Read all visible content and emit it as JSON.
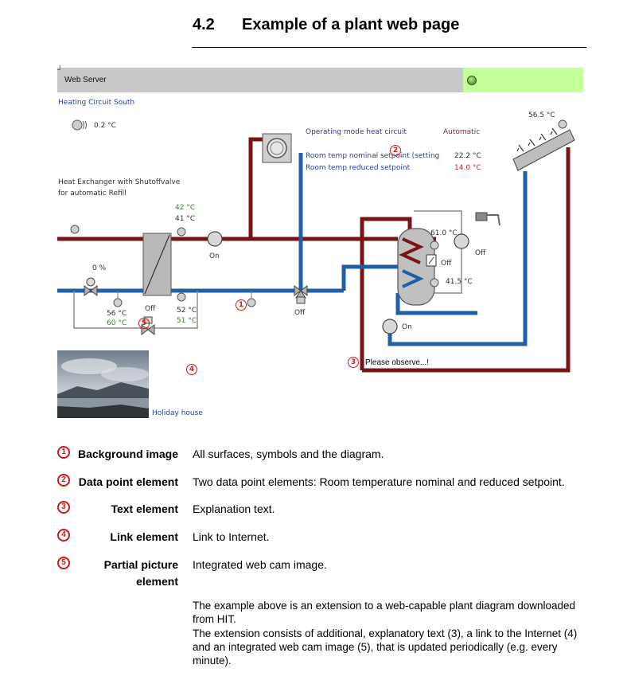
{
  "heading": {
    "number": "4.2",
    "title": "Example of a plant web page"
  },
  "web_server": {
    "title": "Web Server",
    "corner_mark": "┘",
    "colors": {
      "bar": "#c8c8c8",
      "status_panel": "#c5ff99",
      "led": "#3d7a1c"
    }
  },
  "diagram": {
    "circuit_name": "Heating Circuit South",
    "outdoor_temp": "0.2 °C",
    "operating_mode_label": "Operating mode heat circuit",
    "operating_mode_value": "Automatic",
    "room_nominal_label": "Room temp nominal setpoint (setting",
    "room_nominal_value": "22.2 °C",
    "room_reduced_label": "Room temp reduced setpoint",
    "room_reduced_value": "14.0 °C",
    "hx_label_line1": "Heat Exchanger with Shutoffvalve",
    "hx_label_line2": "for automatic Refill",
    "hx_temp_top1": "42 °C",
    "hx_temp_top2": "41 °C",
    "valve_percent": "0 %",
    "temp_left_1": "56 °C",
    "temp_left_2": "60 °C",
    "shutoff_state": "Off",
    "temp_right_1": "52 °C",
    "temp_right_2": "51 °C",
    "pump_state": "On",
    "mixer_state": "Off",
    "collector_temp": "56.5 °C",
    "tank_top_temp": "61.0 °C",
    "tank_mid_temp": "41.5 °C",
    "heater_state": "Off",
    "solar_pump_state": "Off",
    "tank_pump_state": "On",
    "note_text": "Please observe...!",
    "link_text": "Holiday house",
    "markers": {
      "m1": "1",
      "m2": "2",
      "m3": "3",
      "m4": "4",
      "m5": "5"
    },
    "colors": {
      "flow": "#7a1414",
      "return": "#1f5fa8",
      "device": "#b9b9b9",
      "bypass": "#8c8c8c"
    }
  },
  "legend": [
    {
      "num": "1",
      "term_line1": "Background image",
      "term_line2": "",
      "desc": "All surfaces, symbols and the diagram."
    },
    {
      "num": "2",
      "term_line1": "Data point element",
      "term_line2": "",
      "desc": "Two data point elements: Room temperature nominal and reduced setpoint."
    },
    {
      "num": "3",
      "term_line1": "Text element",
      "term_line2": "",
      "desc": "Explanation text."
    },
    {
      "num": "4",
      "term_line1": "Link element",
      "term_line2": "",
      "desc": "Link to Internet."
    },
    {
      "num": "5",
      "term_line1": "Partial picture",
      "term_line2": "element",
      "desc": "Integrated web cam image."
    }
  ],
  "paragraphs": [
    "The example above is an extension to a web-capable plant diagram downloaded from HIT.",
    "The extension consists of additional, explanatory text (3), a link to the Internet (4) and an integrated web cam image (5), that is updated periodically (e.g. every minute)."
  ]
}
